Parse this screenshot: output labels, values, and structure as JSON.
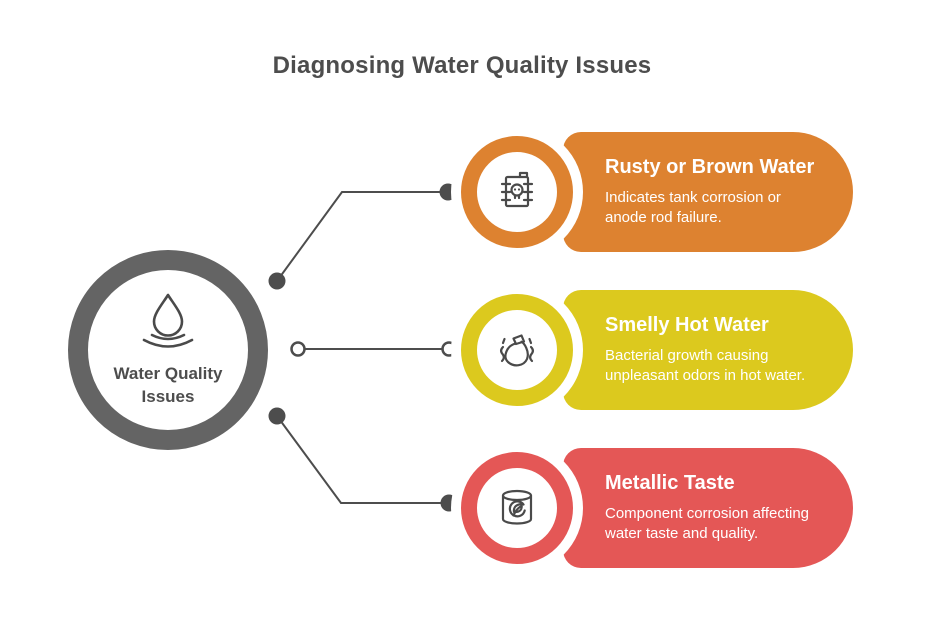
{
  "title": "Diagnosing Water Quality Issues",
  "colors": {
    "title_text": "#4d4d4d",
    "connector_line": "#4d4d4d",
    "center_ring": "#646464",
    "icon_stroke": "#4a4a4a",
    "pill_text": "#ffffff"
  },
  "center_node": {
    "label": "Water Quality Issues",
    "icon": "water-drop-icon"
  },
  "items": [
    {
      "title": "Rusty or Brown Water",
      "description": "Indicates tank corrosion or anode rod failure.",
      "color": "#DD8230",
      "icon": "toxic-barrel-icon"
    },
    {
      "title": "Smelly Hot Water",
      "description": "Bacterial growth causing unpleasant odors in hot water.",
      "color": "#DCC91E",
      "icon": "smelly-bag-icon"
    },
    {
      "title": "Metallic Taste",
      "description": "Component corrosion affecting water taste and quality.",
      "color": "#E45756",
      "icon": "leaf-can-icon"
    }
  ]
}
